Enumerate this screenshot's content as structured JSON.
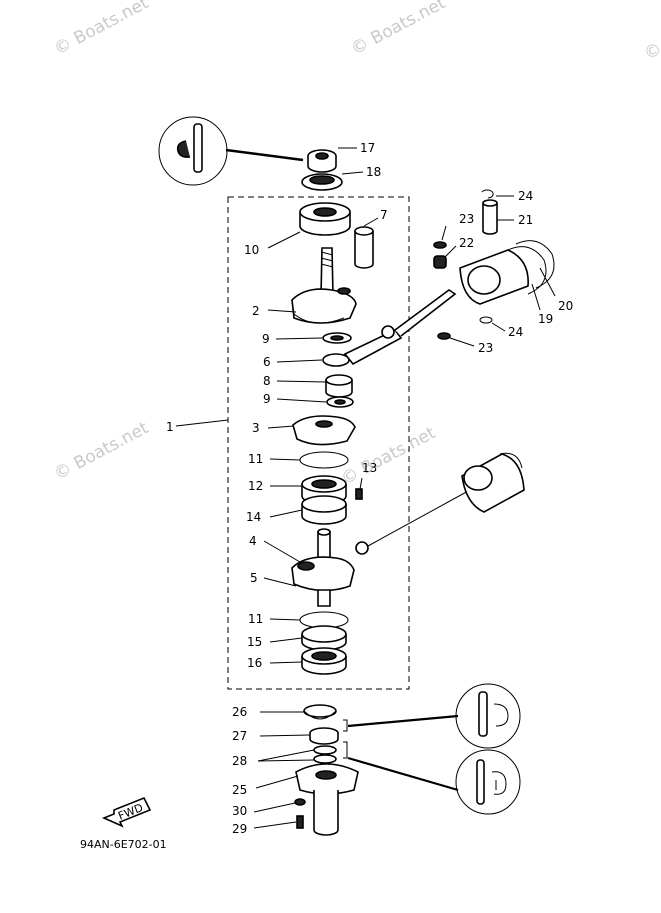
{
  "watermarks": [
    "© Boats.net",
    "© Boats.net",
    "© Boats.net",
    "© Boats.net",
    "© Boats.net"
  ],
  "diagram_code": "94AN-6E702-01",
  "fwd_label": "FWD",
  "labels": [
    {
      "id": "l17",
      "text": "17"
    },
    {
      "id": "l18",
      "text": "18"
    },
    {
      "id": "l10",
      "text": "10"
    },
    {
      "id": "l7",
      "text": "7"
    },
    {
      "id": "l2",
      "text": "2"
    },
    {
      "id": "l9a",
      "text": "9"
    },
    {
      "id": "l6",
      "text": "6"
    },
    {
      "id": "l8",
      "text": "8"
    },
    {
      "id": "l9b",
      "text": "9"
    },
    {
      "id": "l1",
      "text": "1"
    },
    {
      "id": "l3",
      "text": "3"
    },
    {
      "id": "l11a",
      "text": "11"
    },
    {
      "id": "l12",
      "text": "12"
    },
    {
      "id": "l13",
      "text": "13"
    },
    {
      "id": "l14",
      "text": "14"
    },
    {
      "id": "l4",
      "text": "4"
    },
    {
      "id": "l5",
      "text": "5"
    },
    {
      "id": "l11b",
      "text": "11"
    },
    {
      "id": "l15",
      "text": "15"
    },
    {
      "id": "l16",
      "text": "16"
    },
    {
      "id": "l24a",
      "text": "24"
    },
    {
      "id": "l23a",
      "text": "23"
    },
    {
      "id": "l21",
      "text": "21"
    },
    {
      "id": "l22",
      "text": "22"
    },
    {
      "id": "l20",
      "text": "20"
    },
    {
      "id": "l19",
      "text": "19"
    },
    {
      "id": "l24b",
      "text": "24"
    },
    {
      "id": "l23b",
      "text": "23"
    },
    {
      "id": "l26",
      "text": "26"
    },
    {
      "id": "l27",
      "text": "27"
    },
    {
      "id": "l28",
      "text": "28"
    },
    {
      "id": "l25",
      "text": "25"
    },
    {
      "id": "l30",
      "text": "30"
    },
    {
      "id": "l29",
      "text": "29"
    }
  ]
}
